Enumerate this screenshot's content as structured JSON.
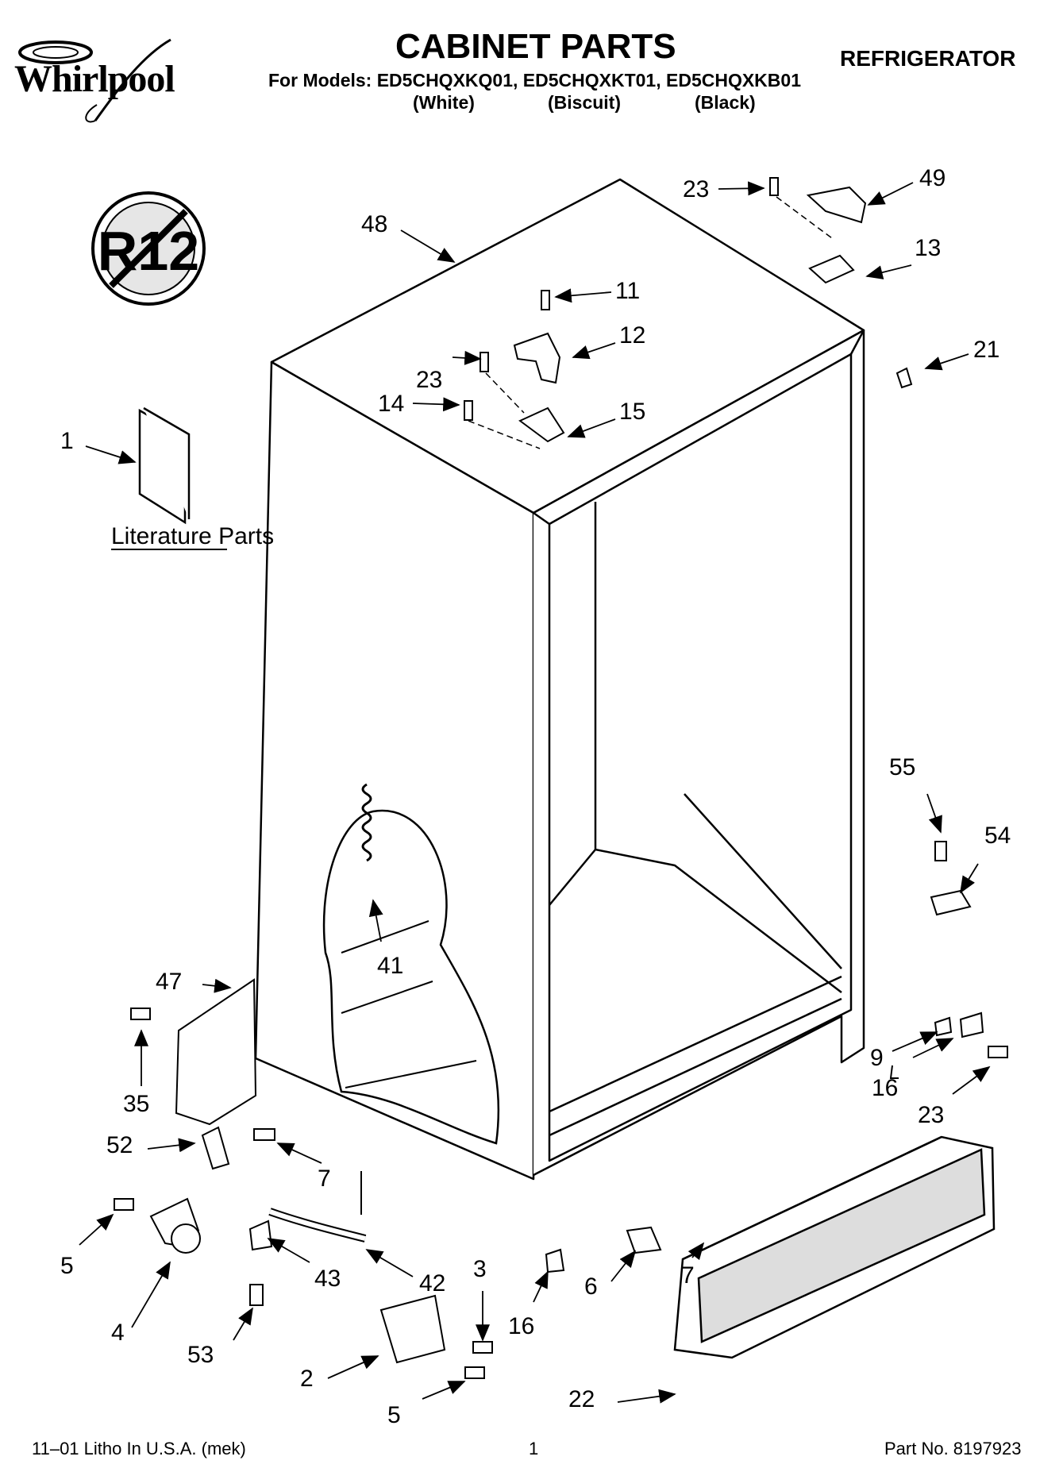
{
  "brand": "Whirlpool",
  "header": {
    "title": "CABINET PARTS",
    "models_line": "For Models: ED5CHQXKQ01, ED5CHQXKT01, ED5CHQXKB01",
    "variants": [
      "(White)",
      "(Biscuit)",
      "(Black)"
    ],
    "category": "REFRIGERATOR"
  },
  "badge": {
    "text": "R12",
    "meaning": "no-R12 refrigerant symbol"
  },
  "literature": {
    "label": "Literature Parts"
  },
  "callouts": [
    {
      "id": "c48",
      "text": "48"
    },
    {
      "id": "c23a",
      "text": "23"
    },
    {
      "id": "c49",
      "text": "49"
    },
    {
      "id": "c13",
      "text": "13"
    },
    {
      "id": "c11",
      "text": "11"
    },
    {
      "id": "c12",
      "text": "12"
    },
    {
      "id": "c21",
      "text": "21"
    },
    {
      "id": "c23b",
      "text": "23"
    },
    {
      "id": "c14",
      "text": "14"
    },
    {
      "id": "c15",
      "text": "15"
    },
    {
      "id": "c1",
      "text": "1"
    },
    {
      "id": "c55",
      "text": "55"
    },
    {
      "id": "c54",
      "text": "54"
    },
    {
      "id": "c41",
      "text": "41"
    },
    {
      "id": "c47",
      "text": "47"
    },
    {
      "id": "c35",
      "text": "35"
    },
    {
      "id": "c9",
      "text": "9"
    },
    {
      "id": "c16a",
      "text": "16"
    },
    {
      "id": "c23c",
      "text": "23"
    },
    {
      "id": "c52",
      "text": "52"
    },
    {
      "id": "c7a",
      "text": "7"
    },
    {
      "id": "c5a",
      "text": "5"
    },
    {
      "id": "c42",
      "text": "42"
    },
    {
      "id": "c43",
      "text": "43"
    },
    {
      "id": "c3",
      "text": "3"
    },
    {
      "id": "c6",
      "text": "6"
    },
    {
      "id": "c7b",
      "text": "7"
    },
    {
      "id": "c4",
      "text": "4"
    },
    {
      "id": "c53",
      "text": "53"
    },
    {
      "id": "c16b",
      "text": "16"
    },
    {
      "id": "c2",
      "text": "2"
    },
    {
      "id": "c22",
      "text": "22"
    },
    {
      "id": "c5b",
      "text": "5"
    }
  ],
  "footer": {
    "left": "11–01 Litho In U.S.A. (mek)",
    "page": "1",
    "part_no": "Part No. 8197923"
  }
}
